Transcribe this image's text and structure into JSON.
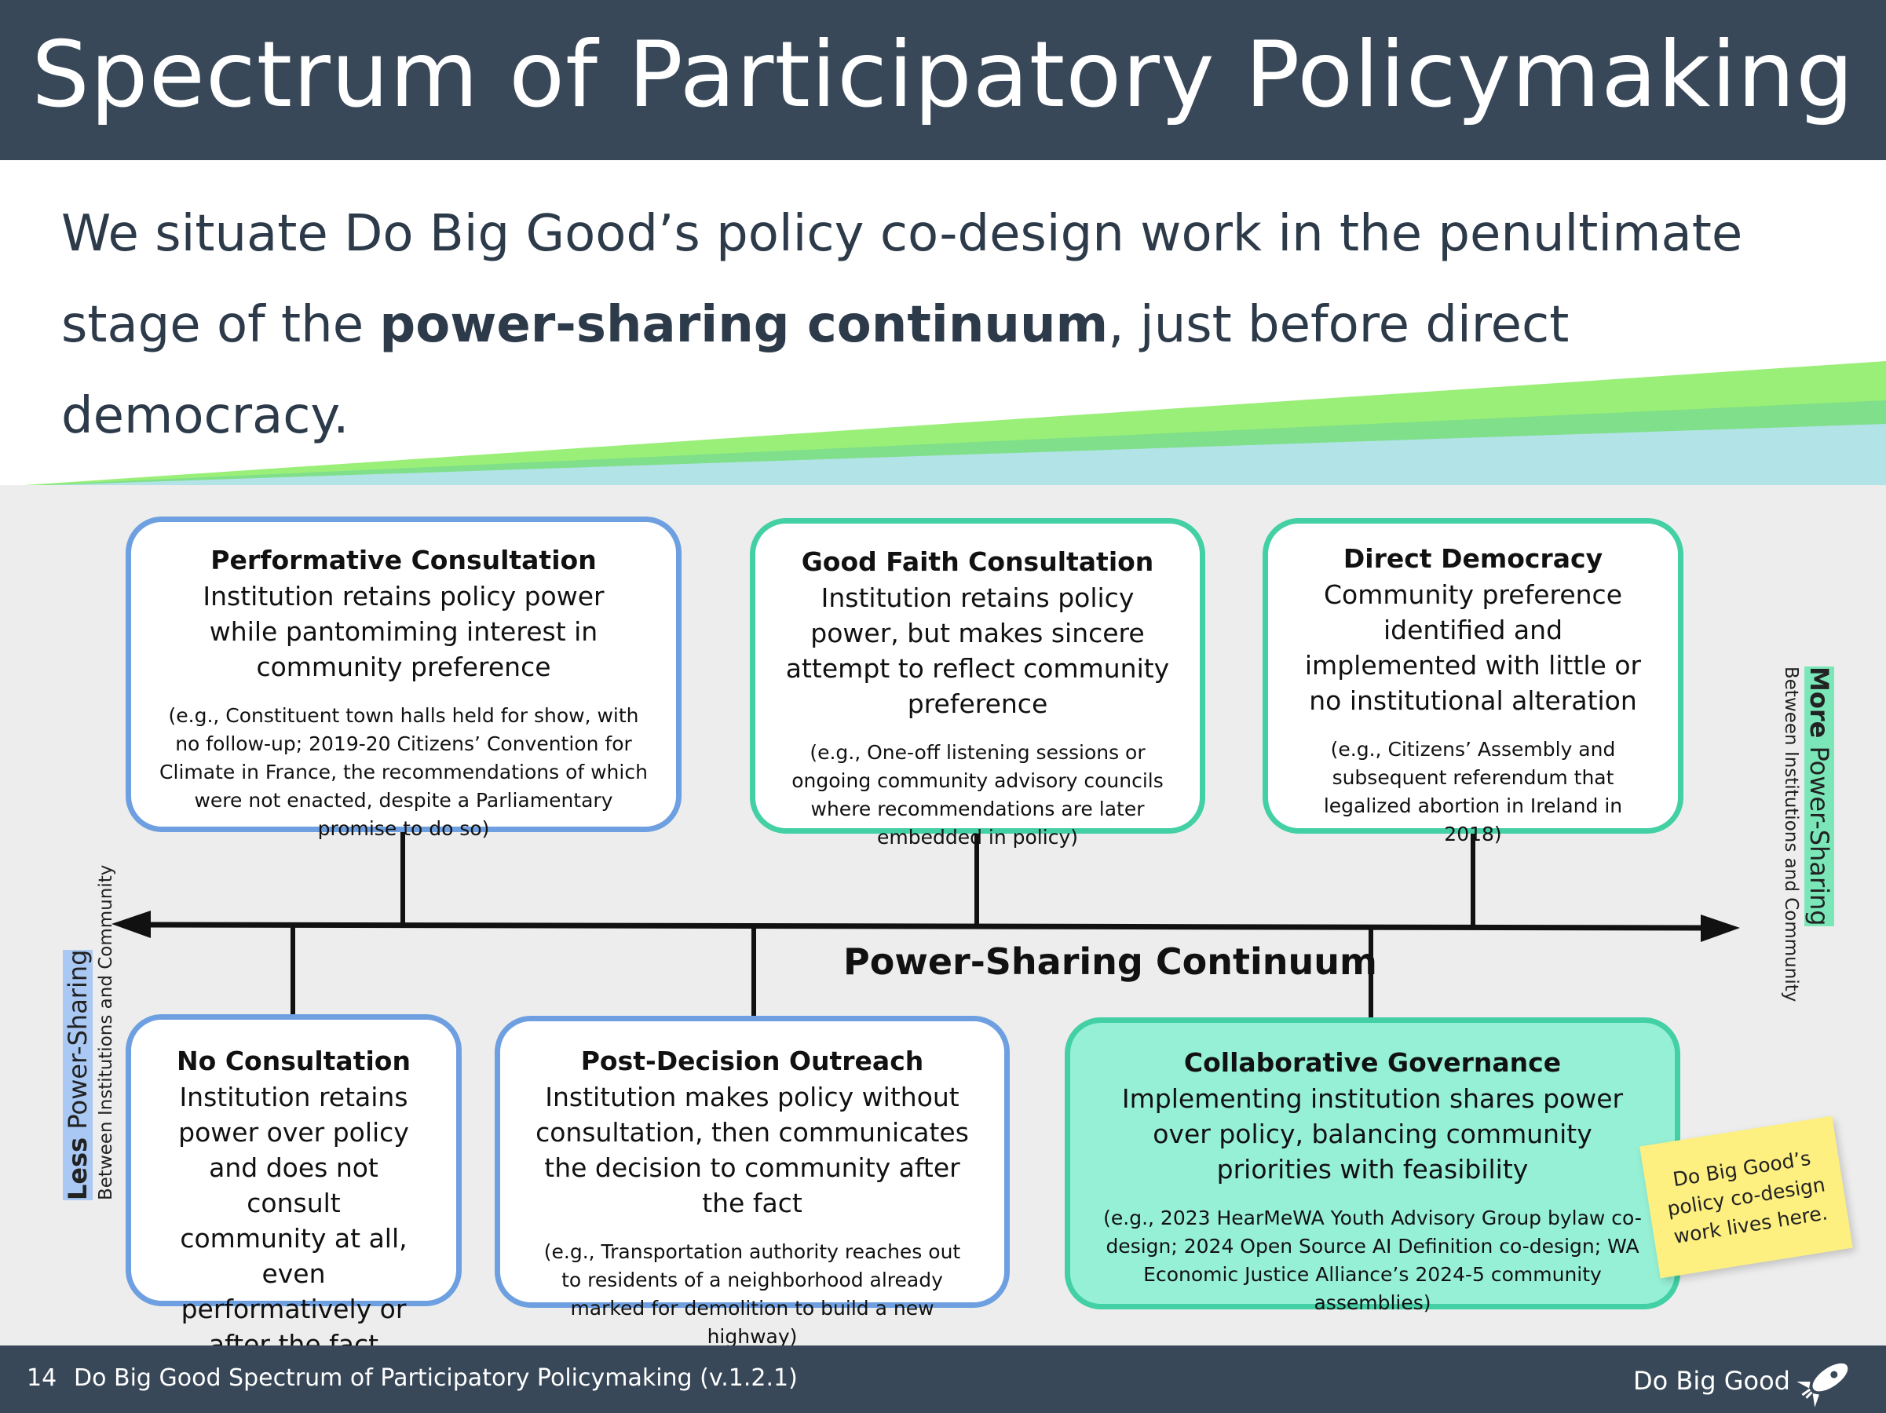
{
  "header": {
    "title": "Spectrum of Participatory Policymaking"
  },
  "intro": {
    "part1": "We situate Do Big Good’s policy co-design work in the penultimate stage of the ",
    "bold": "power-sharing continuum",
    "part2": ", just before direct democracy."
  },
  "axis": {
    "label": "Power-Sharing Continuum",
    "left": {
      "strong": "Less",
      "rest": " Power-Sharing",
      "sub": "Between Institutions and Community"
    },
    "right": {
      "strong": "More",
      "rest": " Power-Sharing",
      "sub": "Between Institutions and Community"
    }
  },
  "stages": {
    "performative": {
      "title": "Performative Consultation",
      "desc": "Institution retains policy power while pantomiming interest in community preference",
      "example": "(e.g., Constituent town halls held for show, with no follow-up; 2019-20 Citizens’ Convention for Climate in France, the recommendations of which were not enacted, despite a Parliamentary promise  to do so)"
    },
    "goodfaith": {
      "title": "Good Faith Consultation",
      "desc": "Institution retains policy power, but makes sincere attempt to reflect community preference",
      "example": "(e.g., One-off listening sessions or ongoing community advisory councils where recommendations are later embedded in policy)"
    },
    "direct": {
      "title": "Direct Democracy",
      "desc": "Community preference identified and implemented with little or no institutional alteration",
      "example": "(e.g., Citizens’ Assembly and subsequent referendum that legalized abortion in Ireland in 2018)"
    },
    "noconsult": {
      "title": "No Consultation",
      "desc": "Institution retains power  over policy and does not consult community at all, even performatively or after the fact"
    },
    "postdecision": {
      "title": "Post-Decision Outreach",
      "desc": "Institution makes policy without consultation, then communicates the decision to  community after the fact",
      "example": "(e.g.,  Transportation authority reaches out to residents of a  neighborhood already marked for demolition to build a new highway)"
    },
    "collaborative": {
      "title": "Collaborative Governance",
      "desc": "Implementing institution shares power over policy, balancing community priorities with feasibility",
      "example": "(e.g., 2023 HearMeWA Youth Advisory Group bylaw co-design; 2024 Open Source AI Definition co-design; WA Economic Justice Alliance’s 2024-5 community assemblies)"
    }
  },
  "sticky_note": "Do Big Good’s policy co-design work lives here.",
  "footer": {
    "page": "14",
    "title": "Do Big Good Spectrum of Participatory Policymaking (v.1.2.1)",
    "brand": "Do Big Good"
  },
  "colors": {
    "header_bg": "#384858",
    "blue_border": "#6e9fe0",
    "green_border": "#43d0a4",
    "green_fill": "#96f0d6",
    "sticky": "#fdf080"
  }
}
